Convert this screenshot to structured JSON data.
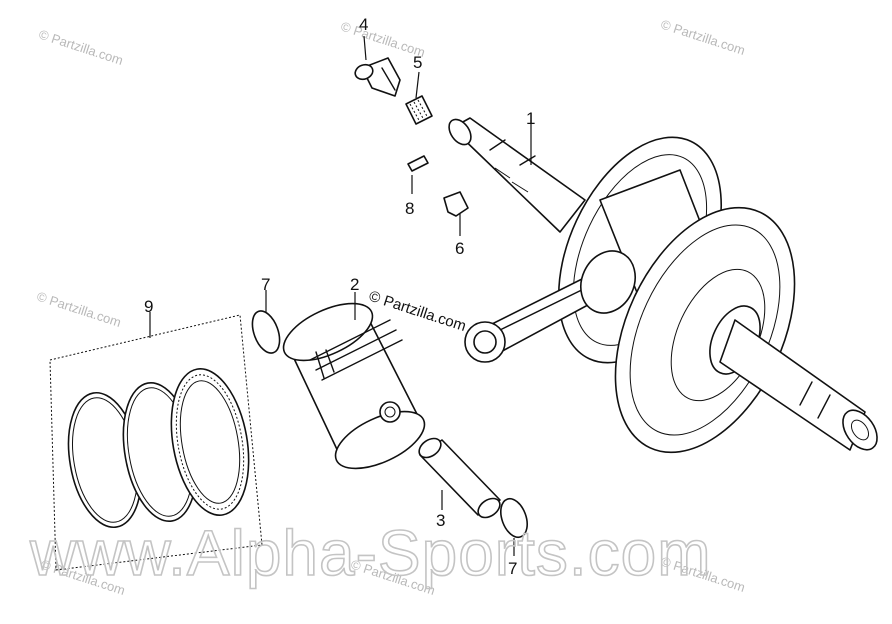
{
  "diagram": {
    "callouts": [
      "1",
      "2",
      "3",
      "4",
      "5",
      "6",
      "7",
      "7",
      "8",
      "9"
    ],
    "watermark_small": "© Partzilla.com",
    "watermark_center": "© Partzilla.com",
    "watermark_big": "www.Alpha-Sports.com"
  }
}
